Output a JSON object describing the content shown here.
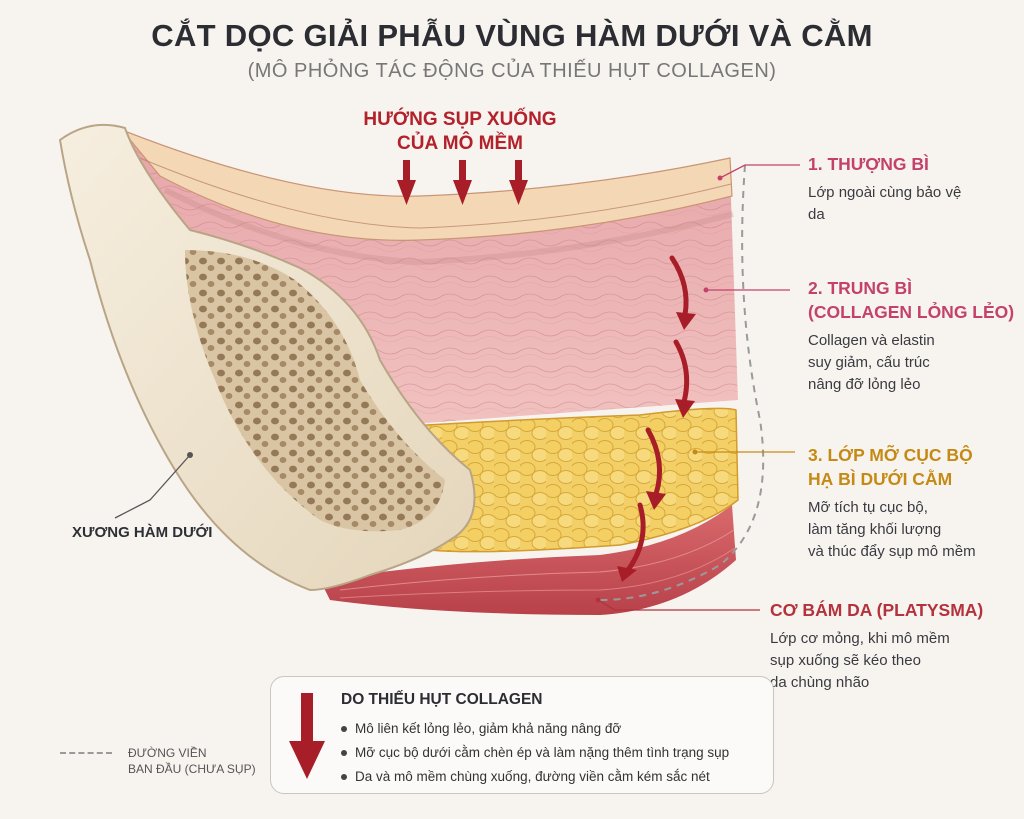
{
  "title": "CẮT DỌC GIẢI PHẪU VÙNG HÀM DƯỚI VÀ CẰM",
  "subtitle": "(MÔ PHỎNG TÁC ĐỘNG CỦA THIẾU HỤT COLLAGEN)",
  "sag_direction": {
    "line1": "HƯỚNG SỤP XUỐNG",
    "line2": "CỦA MÔ MỀM"
  },
  "layers": [
    {
      "heading": "1. THƯỢNG BÌ",
      "desc": [
        "Lớp ngoài cùng bảo vệ",
        "da"
      ],
      "color": "#c4426a"
    },
    {
      "heading": [
        "2. TRUNG BÌ",
        "(COLLAGEN LỎNG LẺO)"
      ],
      "desc": [
        "Collagen và elastin",
        "suy giảm, cấu trúc",
        "nâng đỡ lỏng lẻo"
      ],
      "color": "#c4426a"
    },
    {
      "heading": [
        "3. LỚP MỠ CỤC BỘ",
        "HẠ BÌ DƯỚI CẰM"
      ],
      "desc": [
        "Mỡ tích tụ cục bộ,",
        "làm tăng khối lượng",
        "và thúc đẩy sụp mô mềm"
      ],
      "color": "#c58a14"
    },
    {
      "heading": "CƠ BÁM DA (PLATYSMA)",
      "desc": [
        "Lớp cơ mỏng, khi mô mềm",
        "sụp xuống sẽ kéo theo",
        "da chùng nhão"
      ],
      "color": "#b3323c"
    }
  ],
  "bone_label": "XƯƠNG HÀM DƯỚI",
  "legend": [
    "ĐƯỜNG VIỀN",
    "BAN ĐẦU (CHƯA SỤP)"
  ],
  "info_box": {
    "title": "DO THIẾU HỤT COLLAGEN",
    "items": [
      "Mô liên kết lỏng lẻo, giảm khả năng nâng đỡ",
      "Mỡ cục bộ dưới cằm chèn ép và làm nặng thêm tình trạng sụp",
      "Da và mô mềm chùng xuống, đường viền cằm kém sắc nét"
    ]
  },
  "colors": {
    "epidermis": "#f2d3b2",
    "dermis": "#eab0b2",
    "fat": "#f3cf68",
    "muscle": "#cf5a5f",
    "bone": "#efe4cf",
    "arrow": "#a81e28"
  }
}
